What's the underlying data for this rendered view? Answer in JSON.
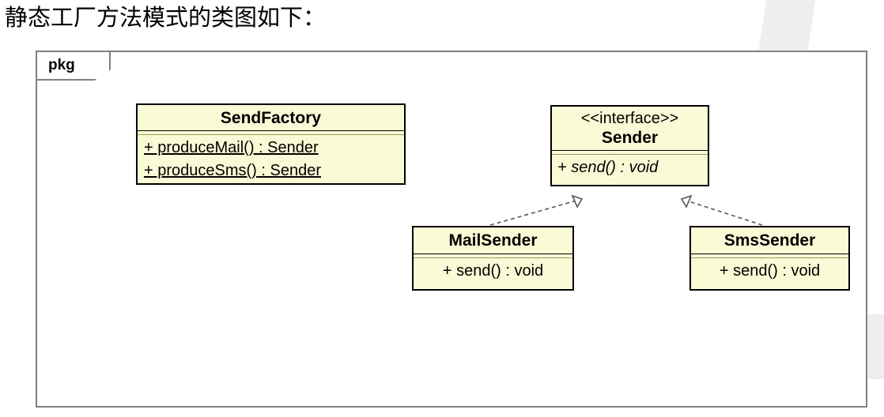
{
  "page": {
    "title": "静态工厂方法模式的类图如下：",
    "background_color": "#ffffff"
  },
  "diagram": {
    "type": "uml-class-diagram",
    "frame_label": "pkg",
    "class_fill_color": "#fafad6",
    "class_border_color": "#000000",
    "frame_border_color": "#808080",
    "classes": [
      {
        "id": "sendfactory",
        "name": "SendFactory",
        "stereotype": "",
        "members": [
          {
            "text": "+ produceMail() : Sender",
            "static": true,
            "abstract": false
          },
          {
            "text": "+ produceSms() : Sender",
            "static": true,
            "abstract": false
          }
        ]
      },
      {
        "id": "sender",
        "name": "Sender",
        "stereotype": "<<interface>>",
        "members": [
          {
            "text": "+ send() : void",
            "static": false,
            "abstract": true
          }
        ]
      },
      {
        "id": "mailsender",
        "name": "MailSender",
        "stereotype": "",
        "members": [
          {
            "text": "+ send() : void",
            "static": false,
            "abstract": false
          }
        ]
      },
      {
        "id": "smssender",
        "name": "SmsSender",
        "stereotype": "",
        "members": [
          {
            "text": "+ send() : void",
            "static": false,
            "abstract": false
          }
        ]
      }
    ],
    "relationships": [
      {
        "kind": "realization",
        "from": "MailSender",
        "to": "Sender",
        "style": "dashed-hollow-triangle"
      },
      {
        "kind": "realization",
        "from": "SmsSender",
        "to": "Sender",
        "style": "dashed-hollow-triangle"
      }
    ]
  }
}
